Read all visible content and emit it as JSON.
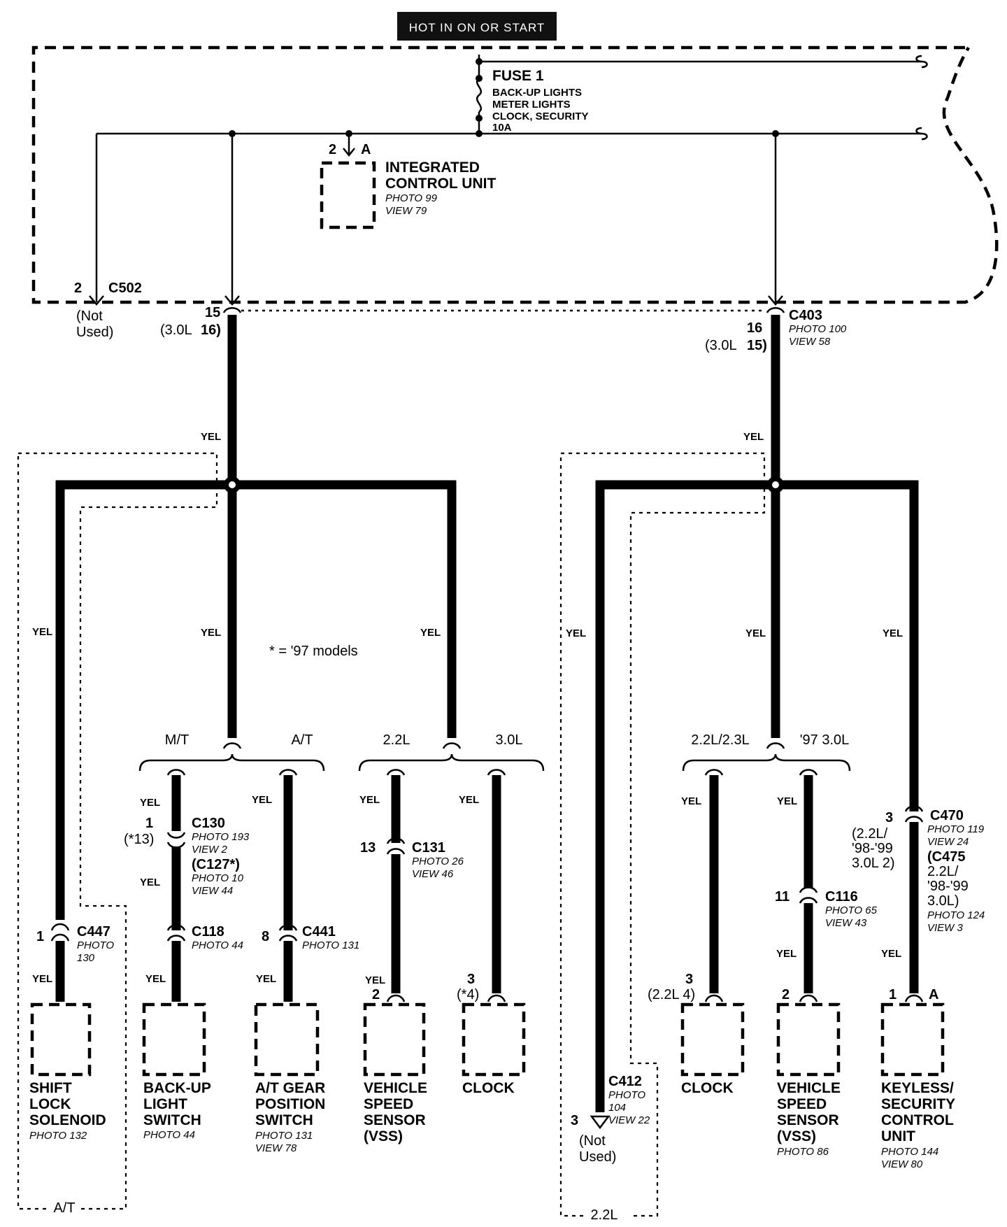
{
  "header": {
    "title": "HOT IN ON OR START"
  },
  "fuse": {
    "name": "FUSE 1",
    "circuits": [
      "BACK-UP LIGHTS",
      "METER LIGHTS",
      "CLOCK, SECURITY",
      "10A"
    ]
  },
  "icu": {
    "pin": "2",
    "pin_letter": "A",
    "name_lines": [
      "INTEGRATED",
      "CONTROL UNIT"
    ],
    "photo": "PHOTO 99",
    "view": "VIEW 79"
  },
  "c502": {
    "pin": "2",
    "name": "C502",
    "note_lines": [
      "(Not",
      "Used)"
    ]
  },
  "left_trunk": {
    "pin": "15",
    "alt_pin_prefix": "(3.0L ",
    "alt_pin_num": "16)"
  },
  "c403": {
    "pin": "16",
    "alt_pin_prefix": "(3.0L ",
    "alt_pin_num": "15)",
    "name": "C403",
    "photo": "PHOTO 100",
    "view": "VIEW 58"
  },
  "wire_color": "YEL",
  "footnote": "* = '97 models",
  "branch_labels": {
    "mt": "M/T",
    "at": "A/T",
    "l22": "2.2L",
    "l30": "3.0L",
    "l2223": "2.2L/2.3L",
    "l97_30": "'97 3.0L"
  },
  "option_regions": {
    "at": "A/T",
    "l22": "2.2L"
  },
  "connectors": {
    "c447": {
      "pin": "1",
      "name": "C447",
      "photo_lines": [
        "PHOTO",
        "130"
      ]
    },
    "c130": {
      "pin": "1",
      "alt_pin": "(*13)",
      "name": "C130",
      "photo": "PHOTO 193",
      "view": "VIEW 2",
      "alt_name": "(C127*)",
      "alt_photo": "PHOTO 10",
      "alt_view": "VIEW 44"
    },
    "c118": {
      "name": "C118",
      "photo": "PHOTO 44"
    },
    "c441": {
      "pin": "8",
      "name": "C441",
      "photo": "PHOTO 131"
    },
    "c131": {
      "pin": "13",
      "name": "C131",
      "photo": "PHOTO 26",
      "view": "VIEW 46"
    },
    "c412": {
      "pin": "3",
      "name": "C412",
      "photo_lines": [
        "PHOTO",
        "104"
      ],
      "view": "VIEW 22",
      "note_lines": [
        "(Not",
        "Used)"
      ]
    },
    "c116": {
      "pin": "11",
      "name": "C116",
      "photo": "PHOTO 65",
      "view": "VIEW 43"
    },
    "c470": {
      "pin": "3",
      "alt_pin_lines": [
        "(2.2L/",
        "'98-'99",
        "3.0L 2)"
      ],
      "name": "C470",
      "photo": "PHOTO 119",
      "view": "VIEW 24",
      "alt_name_lines": [
        "(C475",
        "2.2L/",
        "'98-'99",
        "3.0L)"
      ],
      "alt_photo": "PHOTO 124",
      "alt_view": "VIEW 3"
    }
  },
  "components": {
    "shift_lock": {
      "name_lines": [
        "SHIFT",
        "LOCK",
        "SOLENOID"
      ],
      "photo": "PHOTO 132"
    },
    "backup_switch": {
      "name_lines": [
        "BACK-UP",
        "LIGHT",
        "SWITCH"
      ],
      "photo": "PHOTO 44"
    },
    "at_gear": {
      "name_lines": [
        "A/T GEAR",
        "POSITION",
        "SWITCH"
      ],
      "photo": "PHOTO 131",
      "view": "VIEW 78"
    },
    "vss1": {
      "pin": "2",
      "name_lines": [
        "VEHICLE",
        "SPEED",
        "SENSOR",
        "(VSS)"
      ]
    },
    "clock1": {
      "pin": "3",
      "alt_pin": "(*4)",
      "name": "CLOCK"
    },
    "clock2": {
      "pin": "3",
      "alt_pin": "(2.2L 4)",
      "name": "CLOCK"
    },
    "vss2": {
      "pin": "2",
      "name_lines": [
        "VEHICLE",
        "SPEED",
        "SENSOR",
        "(VSS)"
      ],
      "photo": "PHOTO 86"
    },
    "keyless": {
      "pin": "1",
      "pin_letter": "A",
      "name_lines": [
        "KEYLESS/",
        "SECURITY",
        "CONTROL",
        "UNIT"
      ],
      "photo": "PHOTO 144",
      "view": "VIEW 80"
    }
  }
}
